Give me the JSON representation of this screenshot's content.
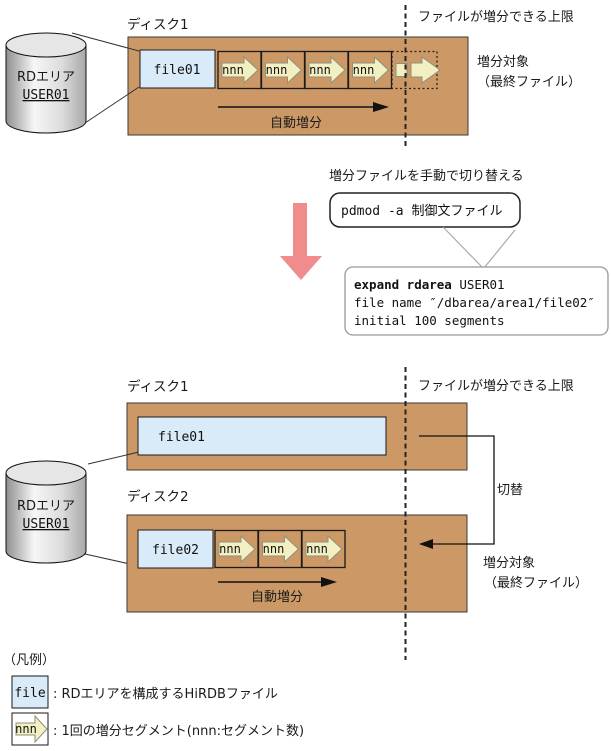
{
  "colors": {
    "disk_fill": "#CC9966",
    "file_fill": "#D9EAF8",
    "segment_fill": "#F2EFC3",
    "down_arrow_fill": "#F08C8C"
  },
  "top_diagram": {
    "disk_label": "ディスク1",
    "rdarea": {
      "line1": "RDエリア",
      "line2": "USER01"
    },
    "file_label": "file01",
    "segments": [
      "nnn",
      "nnn",
      "nnn",
      "nnn"
    ],
    "auto_increment_label": "自動増分",
    "limit_label": "ファイルが増分できる上限",
    "target_line1": "増分対象",
    "target_line2": "（最終ファイル）"
  },
  "middle": {
    "caption": "増分ファイルを手動で切り替える",
    "command": "pdmod -a 制御文ファイル",
    "control_statement": {
      "line1_keyword": "expand rdarea",
      "line1_rest": " USER01",
      "line2": "file name ″/dbarea/area1/file02″",
      "line3": "initial 100 segments"
    }
  },
  "bottom_diagram": {
    "disk1_label": "ディスク1",
    "disk2_label": "ディスク2",
    "rdarea": {
      "line1": "RDエリア",
      "line2": "USER01"
    },
    "file1_label": "file01",
    "file2_label": "file02",
    "segments": [
      "nnn",
      "nnn",
      "nnn"
    ],
    "auto_increment_label": "自動増分",
    "limit_label": "ファイルが増分できる上限",
    "switch_label": "切替",
    "target_line1": "増分対象",
    "target_line2": "（最終ファイル）"
  },
  "legend": {
    "title": "（凡例）",
    "file_icon_label": "file",
    "file_desc": ": RDエリアを構成するHiRDBファイル",
    "segment_icon_label": "nnn",
    "segment_desc": ": 1回の増分セグメント(nnn:セグメント数)"
  }
}
